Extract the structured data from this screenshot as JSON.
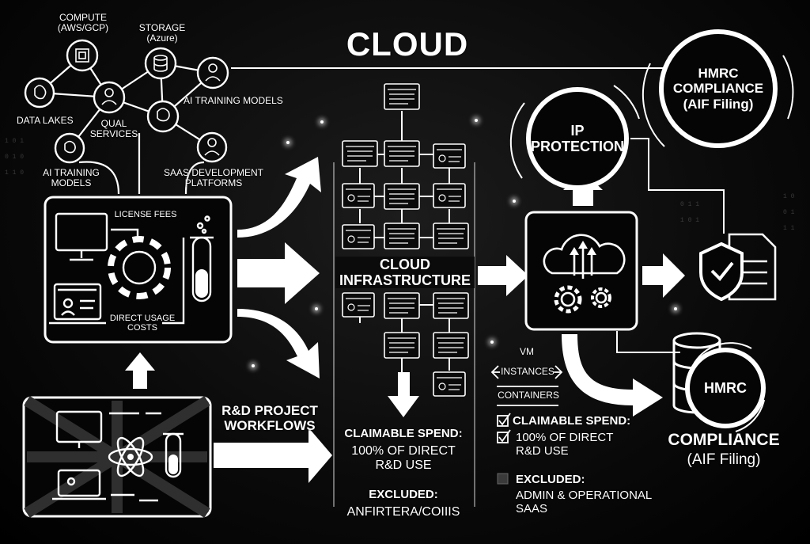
{
  "title": "CLOUD",
  "sources": {
    "compute": "COMPUTE\n(AWS/GCP)",
    "storage": "STORAGE\n(Azure)",
    "ai_training_top": "AI TRAINING MODELS",
    "data_lakes": "DATA LAKES",
    "qual_services": "QUAL\nSERVICES",
    "ai_training_bottom": "AI TRAINING\nMODELS",
    "saas_dev": "SAAS DEVELOPMENT\nPLATFORMS"
  },
  "cost_panel": {
    "license_fees": "LICENSE FEES",
    "direct_usage": "DIRECT USAGE\nCOSTS"
  },
  "rd_workflows": "R&D PROJECT\nWORKFLOWS",
  "cloud_infrastructure": "CLOUD\nINFRASTRUCTURE",
  "center_spend": {
    "claimable": "CLAIMABLE SPEND:",
    "claimable_value": "100% OF DIRECT\nR&D USE",
    "excluded": "EXCLUDED:",
    "excluded_value": "ANFIRTERA/COIIIS"
  },
  "resources": {
    "vm": "VM",
    "instances": "INSTANCES",
    "containers": "CONTAINERS"
  },
  "right_spend": {
    "claimable": "CLAIMABLE SPEND:",
    "claimable_value": "100% OF DIRECT\nR&D USE",
    "excluded": "EXCLUDED:",
    "excluded_value": "ADMIN & OPERATIONAL\nSAAS"
  },
  "ip_protection": "IP\nPROTECTION",
  "hmrc_top": "HMRC\nCOMPLIANCE\n(AIF Filing)",
  "hmrc_badge": "HMRC",
  "hmrc_bottom": {
    "title": "COMPLIANCE",
    "subtitle": "(AIF Filing)"
  }
}
